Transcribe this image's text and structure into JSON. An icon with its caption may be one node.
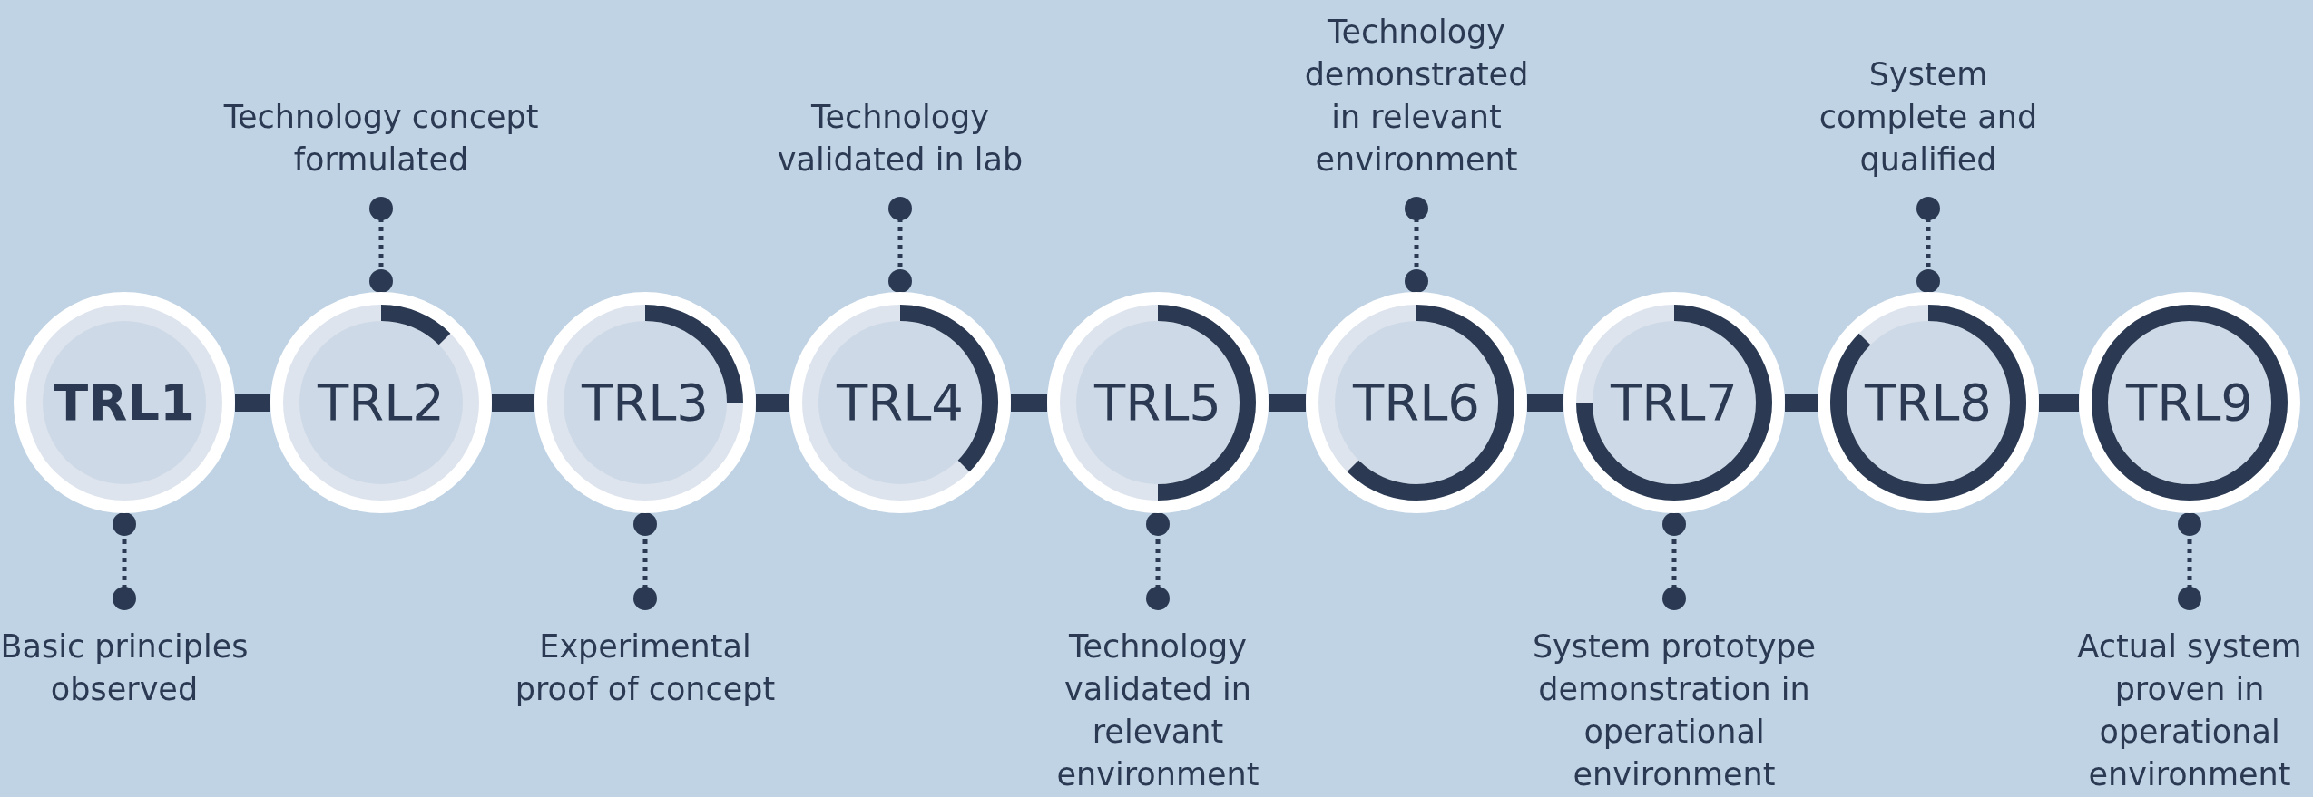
{
  "diagram": {
    "nodes": [
      {
        "text": [
          "TRL1"
        ]
      },
      {
        "text": [
          "TRL2"
        ]
      },
      {
        "text": [
          "TRL3"
        ]
      },
      {
        "text": [
          "TRL4"
        ]
      },
      {
        "text": [
          "TRL5"
        ]
      },
      {
        "text": [
          "TRL6"
        ]
      },
      {
        "text": [
          "TRL7"
        ]
      },
      {
        "text": [
          "TRL8"
        ]
      },
      {
        "text": [
          "TRL9"
        ]
      },
      {
        "text": [
          "Basic principles observed"
        ]
      },
      {
        "text": [
          "Technology concept formulated"
        ]
      },
      {
        "text": [
          "Experimental proof of concept"
        ]
      },
      {
        "text": [
          "Technology validated in lab"
        ]
      },
      {
        "text": [
          "Technology validated in relevant environment"
        ]
      },
      {
        "text": [
          "Technology demonstrated in relevant environment"
        ]
      },
      {
        "text": [
          "System prototype demonstration in operational environment"
        ]
      },
      {
        "text": [
          "System complete and qualified"
        ]
      },
      {
        "text": [
          "Actual system proven in operational environment"
        ]
      }
    ],
    "edges": [
      {
        "from": 0,
        "to": 1,
        "arrow": "none",
        "style": "thick"
      },
      {
        "from": 1,
        "to": 2,
        "arrow": "none",
        "style": "thick"
      },
      {
        "from": 2,
        "to": 3,
        "arrow": "none",
        "style": "thick"
      },
      {
        "from": 3,
        "to": 4,
        "arrow": "none",
        "style": "thick"
      },
      {
        "from": 4,
        "to": 5,
        "arrow": "none",
        "style": "thick"
      },
      {
        "from": 5,
        "to": 6,
        "arrow": "none",
        "style": "thick"
      },
      {
        "from": 6,
        "to": 7,
        "arrow": "none",
        "style": "thick"
      },
      {
        "from": 7,
        "to": 8,
        "arrow": "none",
        "style": "thick"
      },
      {
        "from": 9,
        "to": 0,
        "arrow": "other",
        "style": "dashed"
      },
      {
        "from": 10,
        "to": 1,
        "arrow": "other",
        "style": "dashed"
      },
      {
        "from": 11,
        "to": 2,
        "arrow": "other",
        "style": "dashed"
      },
      {
        "from": 12,
        "to": 3,
        "arrow": "other",
        "style": "dashed"
      },
      {
        "from": 13,
        "to": 4,
        "arrow": "other",
        "style": "dashed"
      },
      {
        "from": 14,
        "to": 5,
        "arrow": "other",
        "style": "dashed"
      },
      {
        "from": 15,
        "to": 6,
        "arrow": "other",
        "style": "dashed"
      },
      {
        "from": 16,
        "to": 7,
        "arrow": "other",
        "style": "dashed"
      },
      {
        "from": 17,
        "to": 8,
        "arrow": "other",
        "style": "dashed"
      }
    ]
  }
}
